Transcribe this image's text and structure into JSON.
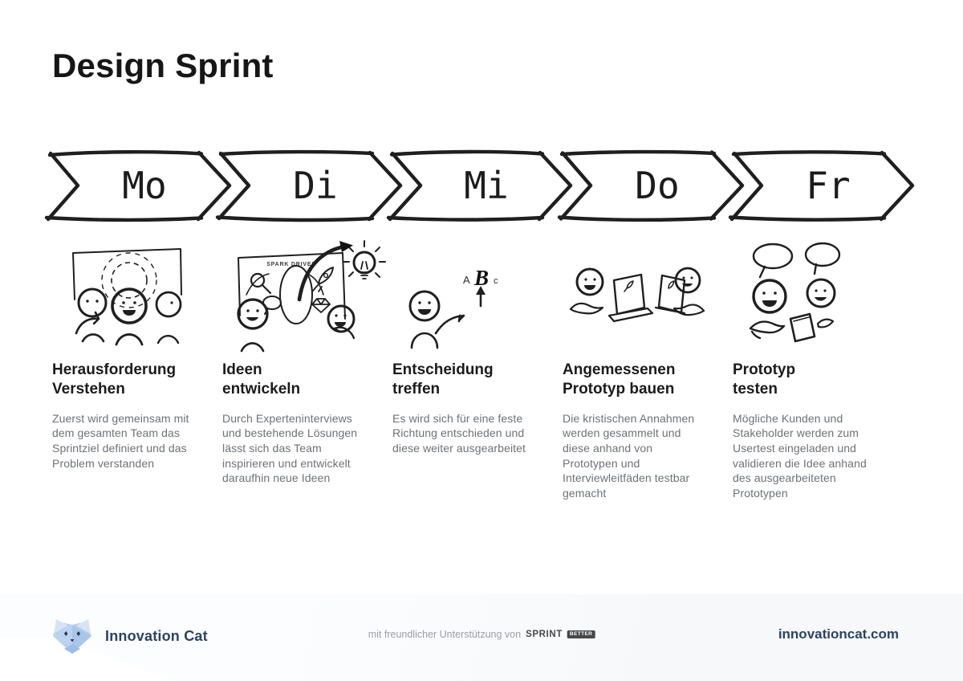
{
  "title": "Design Sprint",
  "colors": {
    "ink": "#1a1a1a",
    "body_text": "#6d7177",
    "brand_navy": "#2d4263",
    "footer_bg": "#f6f8fa",
    "logo_blue_light": "#d4e2f5",
    "logo_blue_mid": "#b5cfee",
    "logo_blue_dark": "#a8c6ea"
  },
  "timeline": {
    "days": [
      "Mo",
      "Di",
      "Mi",
      "Do",
      "Fr"
    ]
  },
  "columns": [
    {
      "day": "Mo",
      "illustration": "team-understanding-challenge",
      "heading_line1": "Herausforderung",
      "heading_line2": "Verstehen",
      "body": "Zuerst wird gemeinsam mit dem gesamten Team das Sprintziel definiert und das Problem verstanden"
    },
    {
      "day": "Di",
      "illustration": "idea-whiteboard-lightbulb",
      "heading_line1": "Ideen",
      "heading_line2": "entwickeln",
      "body": "Durch Experteninterviews und bestehende Lösungen lässt sich das Team inspirieren und entwickelt daraufhin neue Ideen"
    },
    {
      "day": "Mi",
      "illustration": "choosing-option-b",
      "heading_line1": "Entscheidung",
      "heading_line2": "treffen",
      "body": "Es wird sich für eine feste Richtung entschieden und diese weiter ausgearbeitet"
    },
    {
      "day": "Do",
      "illustration": "building-prototype-laptops",
      "heading_line1": "Angemessenen",
      "heading_line2": "Prototyp bauen",
      "body": "Die kristischen Annahmen werden gesammelt und diese anhand von Prototypen und Interviewleitfäden testbar gemacht"
    },
    {
      "day": "Fr",
      "illustration": "usertest-conversation-tablet",
      "heading_line1": "Prototyp",
      "heading_line2": "testen",
      "body": "Mögliche Kunden und Stakeholder werden zum Usertest eingeladen und validieren die Idee anhand des ausgearbeiteten Prototypen"
    }
  ],
  "sketch_labels": {
    "whiteboard_title": "SPARK DRIVES",
    "option_a": "A",
    "option_b": "B",
    "option_c": "c"
  },
  "footer": {
    "brand": "Innovation Cat",
    "support_text": "mit freundlicher Unterstützung von",
    "sponsor": "SPRINT",
    "sponsor_badge": "BETTER",
    "website": "innovationcat.com"
  }
}
